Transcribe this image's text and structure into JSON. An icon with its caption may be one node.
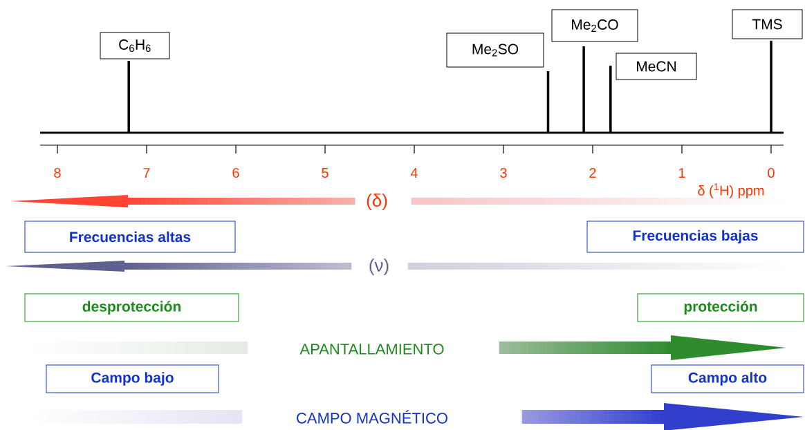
{
  "diagram": {
    "nodes": [
      {
        "text": [
          "C$_{6}$H$_{6}$"
        ]
      },
      {
        "text": [
          "Me$_{2}$SO"
        ]
      },
      {
        "text": [
          "Me$_{2}$CO"
        ]
      },
      {
        "text": [
          "MeCN"
        ]
      },
      {
        "text": [
          "TMS"
        ]
      },
      {
        "text": [
          "Frecuencias altas"
        ]
      },
      {
        "text": [
          "Frecuencias bajas"
        ]
      },
      {
        "text": [
          "desprotección"
        ]
      },
      {
        "text": [
          "protección"
        ]
      },
      {
        "text": [
          "Campo bajo"
        ]
      },
      {
        "text": [
          "Campo alto"
        ]
      }
    ],
    "labels": [
      "8",
      "7",
      "6",
      "5",
      "4",
      "3",
      "2",
      "1",
      "0",
      "δ ($^{1}$H) ppm",
      "(δ)",
      "(ν)",
      "APANTALLAMIENTO",
      "CAMPO MAGNÉTICO"
    ]
  }
}
